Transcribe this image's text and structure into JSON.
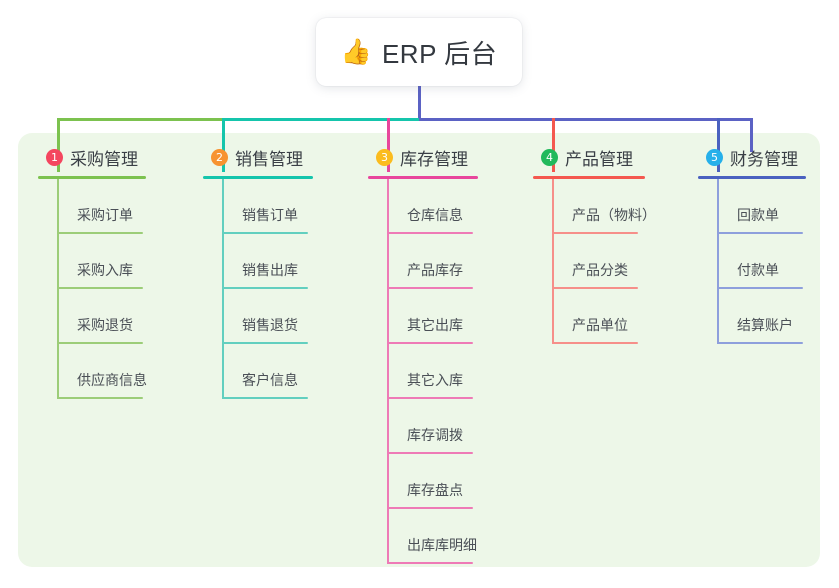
{
  "root": {
    "icon": "thumbs-up-icon",
    "emoji": "👍",
    "title": "ERP 后台"
  },
  "theme": {
    "panel_bg": "#edf7e8",
    "page_bg": "#ffffff",
    "root_text": "#33383f",
    "branch_text": "#3a3f46",
    "leaf_text": "#4a4f56",
    "trunk_color": "#5b62c4"
  },
  "columns": [
    {
      "number": "1",
      "title": "采购管理",
      "badge_color": "#f4465f",
      "line_color": "#7cc24f",
      "leaf_line_color": "#9ccd78",
      "leaves": [
        "采购订单",
        "采购入库",
        "采购退货",
        "供应商信息"
      ]
    },
    {
      "number": "2",
      "title": "销售管理",
      "badge_color": "#f79331",
      "line_color": "#15c5ac",
      "leaf_line_color": "#62cfbf",
      "leaves": [
        "销售订单",
        "销售出库",
        "销售退货",
        "客户信息"
      ]
    },
    {
      "number": "3",
      "title": "库存管理",
      "badge_color": "#fbbc1e",
      "line_color": "#e8469c",
      "leaf_line_color": "#ee7ab6",
      "leaves": [
        "仓库信息",
        "产品库存",
        "其它出库",
        "其它入库",
        "库存调拨",
        "库存盘点",
        "出库库明细"
      ]
    },
    {
      "number": "4",
      "title": "产品管理",
      "badge_color": "#22b95c",
      "line_color": "#f4584f",
      "leaf_line_color": "#f68f89",
      "leaves": [
        "产品（物料）",
        "产品分类",
        "产品单位"
      ]
    },
    {
      "number": "5",
      "title": "财务管理",
      "badge_color": "#26b0ea",
      "line_color": "#4a61c0",
      "leaf_line_color": "#8e9fdc",
      "leaves": [
        "回款单",
        "付款单",
        "结算账户"
      ]
    }
  ]
}
